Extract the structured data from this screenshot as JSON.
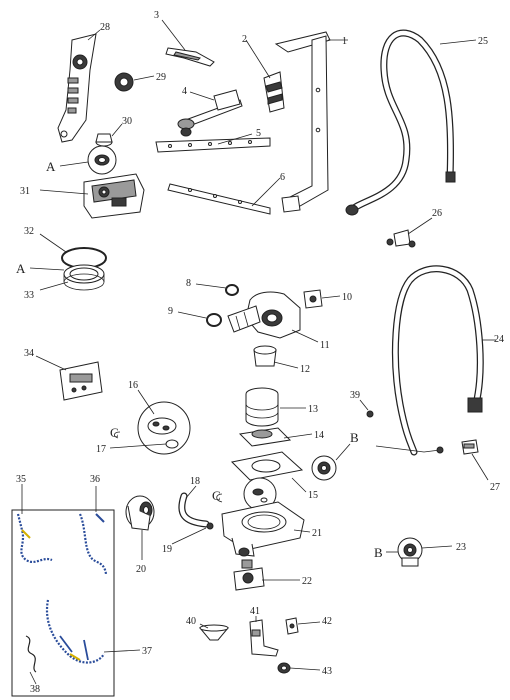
{
  "diagram": {
    "callouts": [
      {
        "id": "c1",
        "label": "1"
      },
      {
        "id": "c2",
        "label": "2"
      },
      {
        "id": "c3",
        "label": "3"
      },
      {
        "id": "c4",
        "label": "4"
      },
      {
        "id": "c5",
        "label": "5"
      },
      {
        "id": "c6",
        "label": "6"
      },
      {
        "id": "c8",
        "label": "8"
      },
      {
        "id": "c9",
        "label": "9"
      },
      {
        "id": "c10",
        "label": "10"
      },
      {
        "id": "c11",
        "label": "11"
      },
      {
        "id": "c12",
        "label": "12"
      },
      {
        "id": "c13",
        "label": "13"
      },
      {
        "id": "c14",
        "label": "14"
      },
      {
        "id": "c15",
        "label": "15"
      },
      {
        "id": "c16",
        "label": "16"
      },
      {
        "id": "c17",
        "label": "17"
      },
      {
        "id": "c18",
        "label": "18"
      },
      {
        "id": "c19",
        "label": "19"
      },
      {
        "id": "c20",
        "label": "20"
      },
      {
        "id": "c21",
        "label": "21"
      },
      {
        "id": "c22",
        "label": "22"
      },
      {
        "id": "c23",
        "label": "23"
      },
      {
        "id": "c24",
        "label": "24"
      },
      {
        "id": "c25",
        "label": "25"
      },
      {
        "id": "c26",
        "label": "26"
      },
      {
        "id": "c27",
        "label": "27"
      },
      {
        "id": "c28",
        "label": "28"
      },
      {
        "id": "c29",
        "label": "29"
      },
      {
        "id": "c30",
        "label": "30"
      },
      {
        "id": "c31",
        "label": "31"
      },
      {
        "id": "c32",
        "label": "32"
      },
      {
        "id": "c33",
        "label": "33"
      },
      {
        "id": "c34",
        "label": "34"
      },
      {
        "id": "c35",
        "label": "35"
      },
      {
        "id": "c36",
        "label": "36"
      },
      {
        "id": "c37",
        "label": "37"
      },
      {
        "id": "c38",
        "label": "38"
      },
      {
        "id": "c39",
        "label": "39"
      },
      {
        "id": "c40",
        "label": "40"
      },
      {
        "id": "c41",
        "label": "41"
      },
      {
        "id": "c42",
        "label": "42"
      },
      {
        "id": "c43",
        "label": "43"
      }
    ],
    "refs": [
      {
        "id": "refA1",
        "label": "A"
      },
      {
        "id": "refA2",
        "label": "A"
      },
      {
        "id": "refB1",
        "label": "B"
      },
      {
        "id": "refB2",
        "label": "B"
      },
      {
        "id": "refC1",
        "label": "C"
      },
      {
        "id": "refC2",
        "label": "C"
      }
    ]
  }
}
